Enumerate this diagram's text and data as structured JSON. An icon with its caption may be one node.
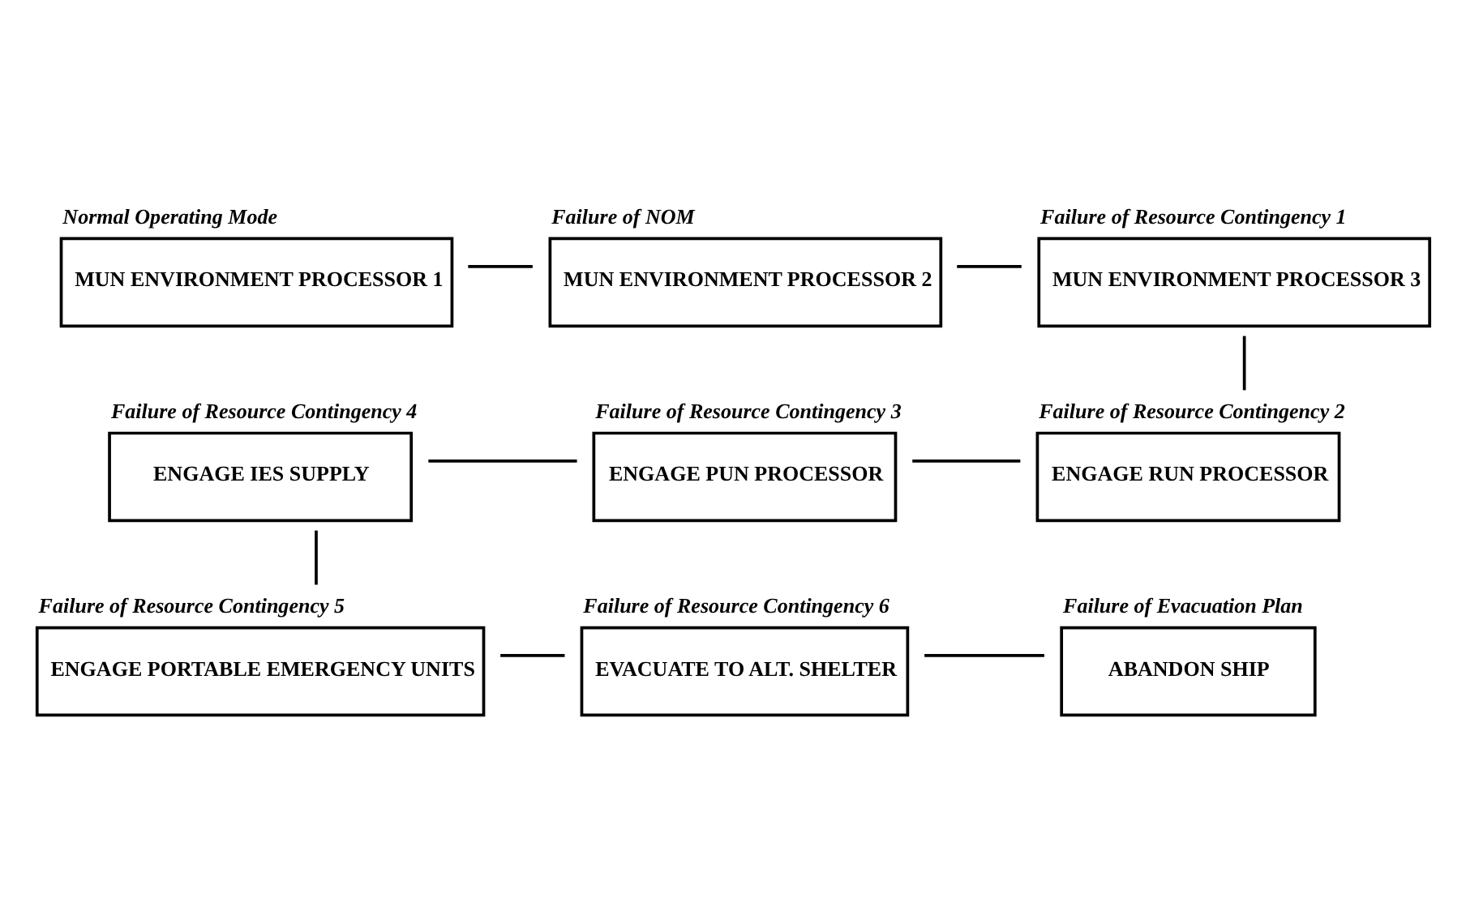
{
  "diagram": {
    "nodes": [
      {
        "text": [
          "Normal Operating Mode",
          "MUN ENVIRONMENT PROCESSOR 1"
        ]
      },
      {
        "text": [
          "Failure of NOM",
          "MUN ENVIRONMENT PROCESSOR 2"
        ]
      },
      {
        "text": [
          "Failure of Resource Contingency 1",
          "MUN ENVIRONMENT PROCESSOR 3"
        ]
      },
      {
        "text": [
          "Failure of Resource Contingency 4",
          "ENGAGE IES SUPPLY"
        ]
      },
      {
        "text": [
          "Failure of Resource Contingency 3",
          "ENGAGE PUN PROCESSOR"
        ]
      },
      {
        "text": [
          "Failure of Resource Contingency 2",
          "ENGAGE RUN PROCESSOR"
        ]
      },
      {
        "text": [
          "Failure of Resource Contingency 5",
          "ENGAGE PORTABLE EMERGENCY UNITS"
        ]
      },
      {
        "text": [
          "Failure of Resource Contingency 6",
          "EVACUATE TO ALT. SHELTER"
        ]
      },
      {
        "text": [
          "Failure of Evacuation Plan",
          "ABANDON SHIP"
        ]
      }
    ],
    "edges": [
      {
        "from": 0,
        "to": 1,
        "arrow": "none"
      },
      {
        "from": 1,
        "to": 2,
        "arrow": "none"
      },
      {
        "from": 2,
        "to": 5,
        "arrow": "none"
      },
      {
        "from": 5,
        "to": 4,
        "arrow": "none"
      },
      {
        "from": 4,
        "to": 3,
        "arrow": "none"
      },
      {
        "from": 3,
        "to": 6,
        "arrow": "none"
      },
      {
        "from": 6,
        "to": 7,
        "arrow": "none"
      },
      {
        "from": 7,
        "to": 8,
        "arrow": "none"
      }
    ]
  }
}
